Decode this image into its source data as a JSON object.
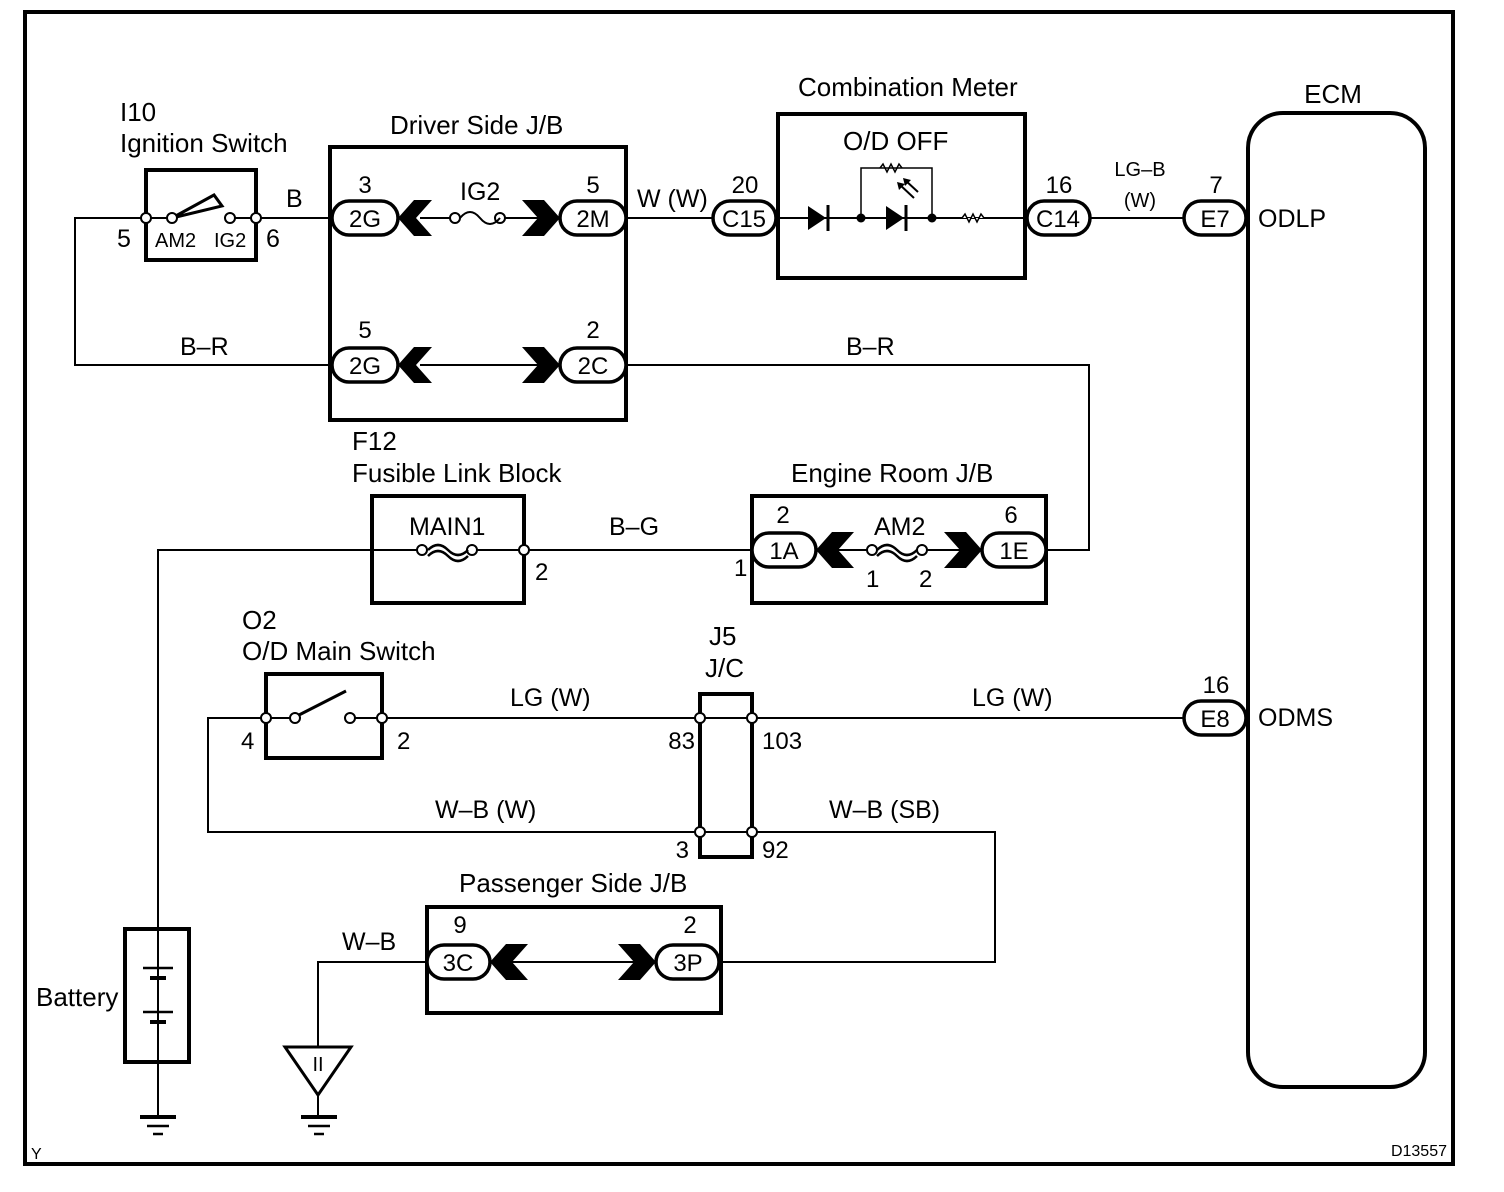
{
  "diagram": {
    "corner_mark": "Y",
    "figure_id": "D13557"
  },
  "ignition_switch": {
    "code": "I10",
    "name": "Ignition Switch",
    "pin_left": "5",
    "pin_right": "6",
    "contact_left": "AM2",
    "contact_right": "IG2"
  },
  "driver_jb": {
    "name": "Driver Side J/B",
    "fuse": "IG2",
    "row1": {
      "left_pin": "3",
      "left_conn": "2G",
      "right_pin": "5",
      "right_conn": "2M"
    },
    "row2": {
      "left_pin": "5",
      "left_conn": "2G",
      "right_pin": "2",
      "right_conn": "2C"
    }
  },
  "combination_meter": {
    "name": "Combination Meter",
    "indicator": "O/D OFF",
    "in_pin": "20",
    "in_conn": "C15",
    "out_pin": "16",
    "out_conn": "C14"
  },
  "ecm": {
    "name": "ECM",
    "pins": [
      {
        "pin": "7",
        "conn": "E7",
        "signal": "ODLP"
      },
      {
        "pin": "16",
        "conn": "E8",
        "signal": "ODMS"
      }
    ]
  },
  "fusible_link": {
    "code": "F12",
    "name": "Fusible Link Block",
    "fuse": "MAIN1",
    "pin_out": "2"
  },
  "engine_room_jb": {
    "name": "Engine Room J/B",
    "fuse": "AM2",
    "fuse_pin_left": "1",
    "fuse_pin_right": "2",
    "in_pin": "1",
    "left_pin": "2",
    "left_conn": "1A",
    "right_pin": "6",
    "right_conn": "1E"
  },
  "od_main_switch": {
    "code": "O2",
    "name": "O/D Main Switch",
    "pin_left": "4",
    "pin_right": "2"
  },
  "junction_connector": {
    "code": "J5",
    "name": "J/C",
    "pins": {
      "top_left": "83",
      "top_right": "103",
      "bottom_left": "3",
      "bottom_right": "92"
    }
  },
  "passenger_jb": {
    "name": "Passenger Side J/B",
    "left_pin": "9",
    "left_conn": "3C",
    "right_pin": "2",
    "right_conn": "3P"
  },
  "battery": {
    "name": "Battery"
  },
  "ground_point": {
    "symbol": "II"
  },
  "wires": {
    "ign_to_driver": "B",
    "ign_loop": "B–R",
    "driver_to_meter": "W (W)",
    "meter_to_ecm_1": "LG–B",
    "meter_to_ecm_2": "(W)",
    "driver_to_engine": "B–R",
    "fusible_to_engine": "B–G",
    "switch_to_jc": "LG (W)",
    "jc_to_ecm": "LG (W)",
    "switch_ground": "W–B (W)",
    "jc_to_passenger": "W–B (SB)",
    "passenger_ground": "W–B"
  }
}
